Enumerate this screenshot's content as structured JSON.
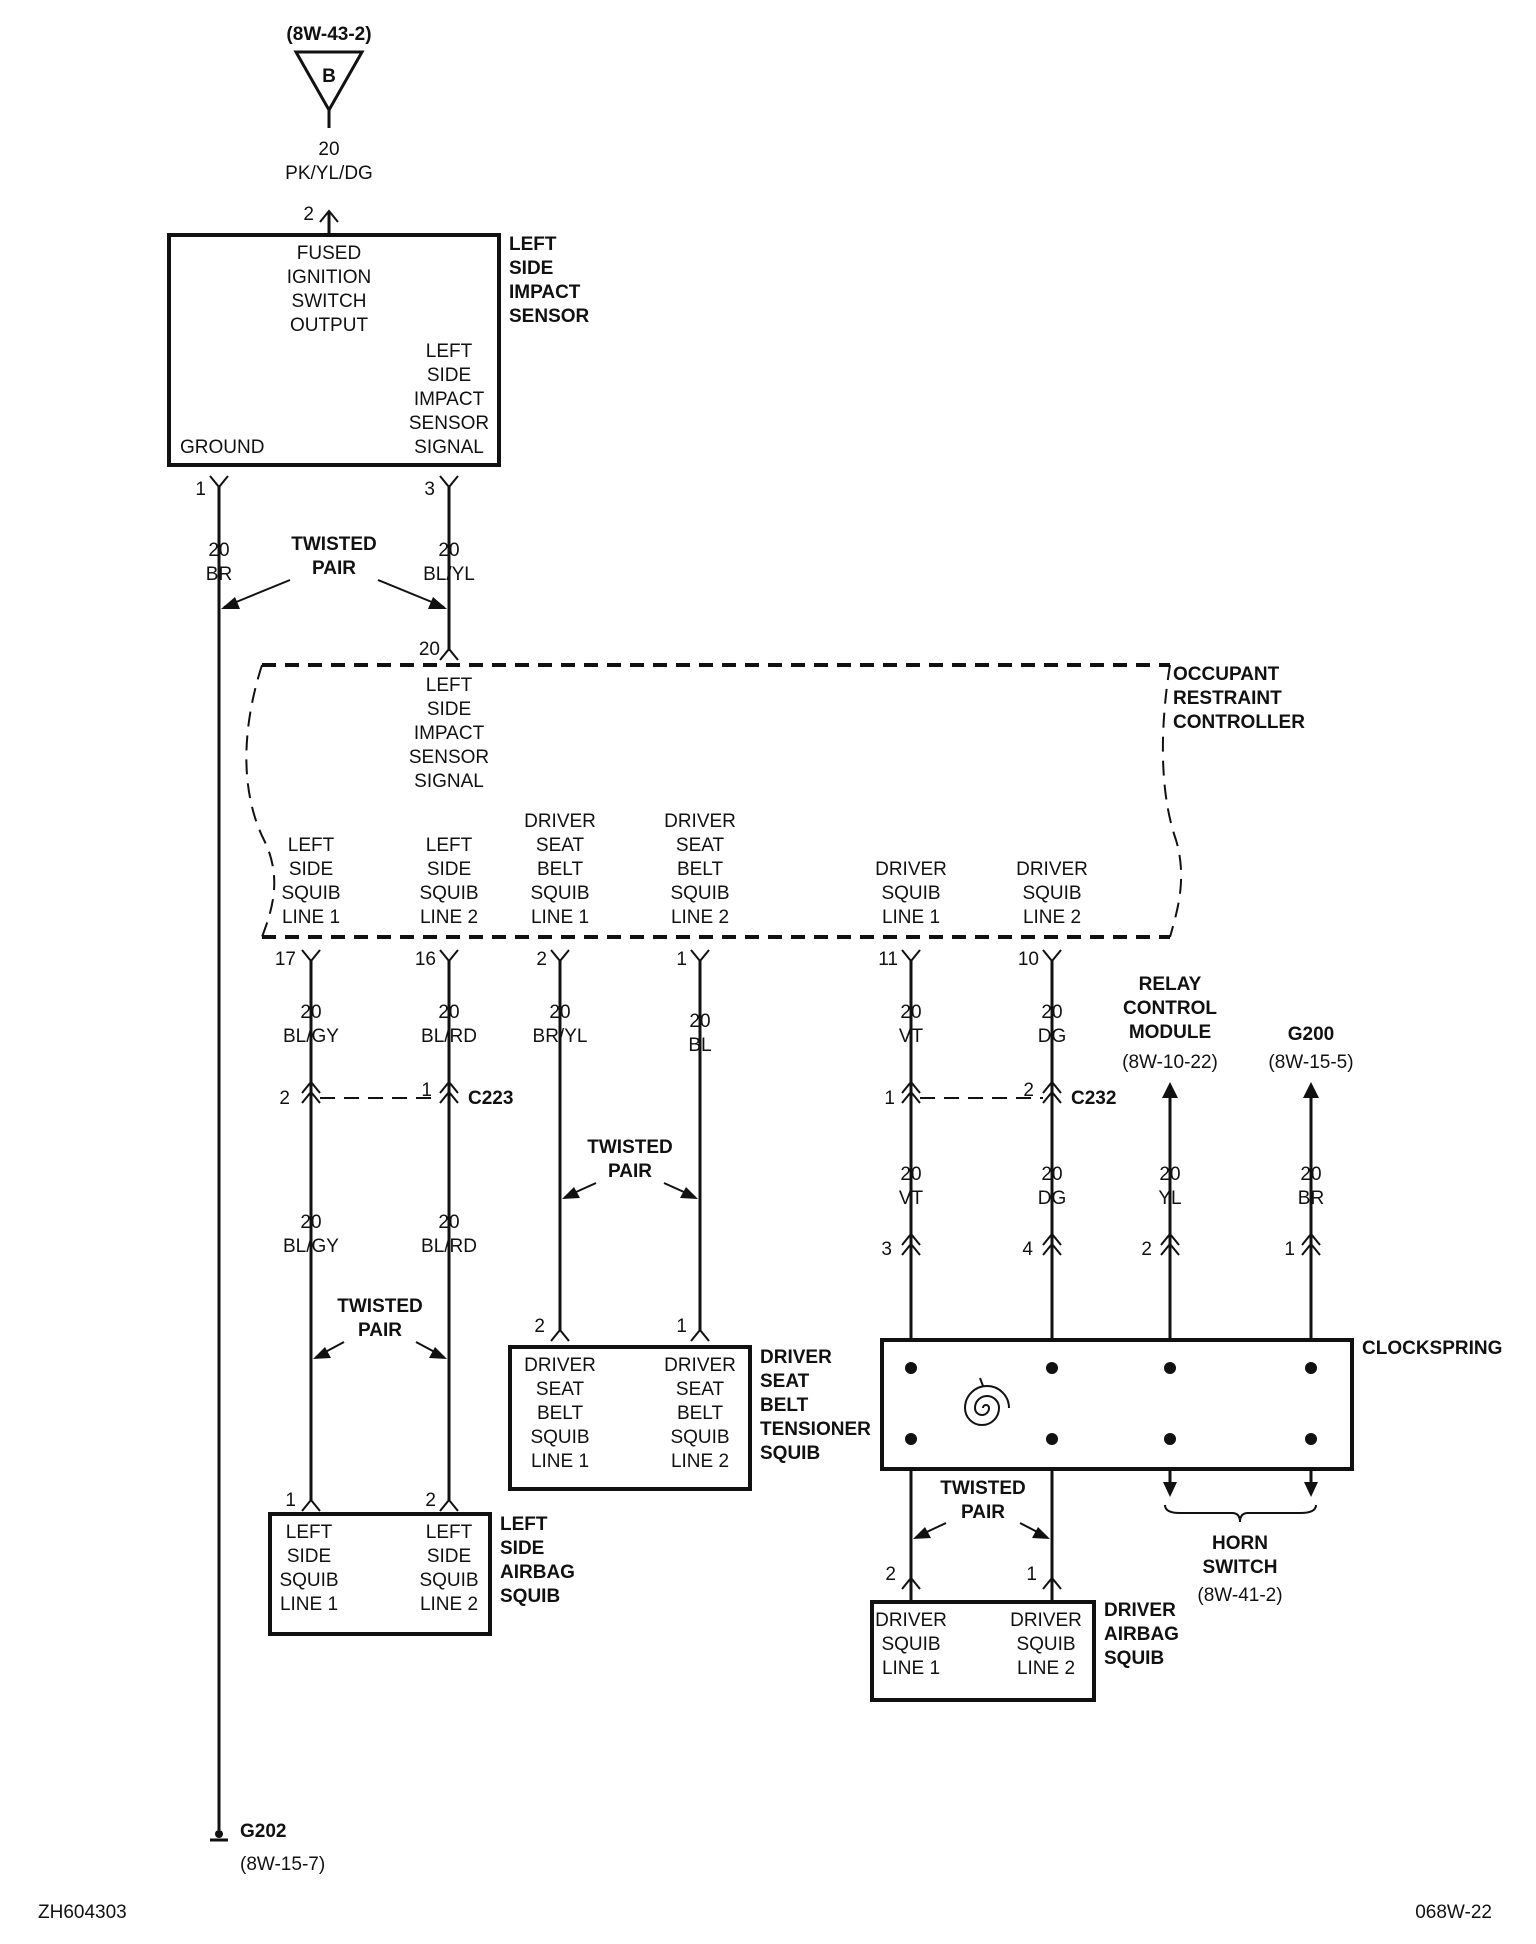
{
  "top_ref": "(8W-43-2)",
  "top_letter": "B",
  "top_wire": {
    "gauge": "20",
    "color": "PK/YL/DG",
    "pin": "2"
  },
  "lsis": {
    "name": [
      "LEFT",
      "SIDE",
      "IMPACT",
      "SENSOR"
    ],
    "fused": [
      "FUSED",
      "IGNITION",
      "SWITCH",
      "OUTPUT"
    ],
    "signal": [
      "LEFT",
      "SIDE",
      "IMPACT",
      "SENSOR",
      "SIGNAL"
    ],
    "ground": "GROUND",
    "pin_ground": "1",
    "pin_signal": "3"
  },
  "ground_wire": {
    "gauge": "20",
    "color": "BR"
  },
  "signal_wire": {
    "gauge": "20",
    "color": "BL/YL"
  },
  "twisted_pair": [
    "TWISTED",
    "PAIR"
  ],
  "orc": {
    "name": [
      "OCCUPANT",
      "RESTRAINT",
      "CONTROLLER"
    ],
    "signal_pin": "20",
    "signal": [
      "LEFT",
      "SIDE",
      "IMPACT",
      "SENSOR",
      "SIGNAL"
    ],
    "lss1": [
      "LEFT",
      "SIDE",
      "SQUIB",
      "LINE 1"
    ],
    "lss2": [
      "LEFT",
      "SIDE",
      "SQUIB",
      "LINE 2"
    ],
    "dsb1": [
      "DRIVER",
      "SEAT",
      "BELT",
      "SQUIB",
      "LINE 1"
    ],
    "dsb2": [
      "DRIVER",
      "SEAT",
      "BELT",
      "SQUIB",
      "LINE 2"
    ],
    "ds1": [
      "DRIVER",
      "SQUIB",
      "LINE 1"
    ],
    "ds2": [
      "DRIVER",
      "SQUIB",
      "LINE 2"
    ],
    "pins": [
      "17",
      "16",
      "2",
      "1",
      "11",
      "10"
    ]
  },
  "wires_orc": [
    {
      "gauge": "20",
      "color": "BL/GY"
    },
    {
      "gauge": "20",
      "color": "BL/RD"
    },
    {
      "gauge": "20",
      "color": "BR/YL"
    },
    {
      "gauge": "20",
      "color": "BL"
    },
    {
      "gauge": "20",
      "color": "VT"
    },
    {
      "gauge": "20",
      "color": "DG"
    }
  ],
  "c223": {
    "name": "C223",
    "pin_a": "2",
    "pin_b": "1"
  },
  "c232": {
    "name": "C232",
    "pin_a": "1",
    "pin_b": "2"
  },
  "wires_below_c223": [
    {
      "gauge": "20",
      "color": "BL/GY"
    },
    {
      "gauge": "20",
      "color": "BL/RD"
    }
  ],
  "wires_below_c232": [
    {
      "gauge": "20",
      "color": "VT"
    },
    {
      "gauge": "20",
      "color": "DG"
    }
  ],
  "relay": {
    "name": [
      "RELAY",
      "CONTROL",
      "MODULE"
    ],
    "ref": "(8W-10-22)",
    "gauge": "20",
    "color": "YL",
    "pin": "2"
  },
  "g200": {
    "name": "G200",
    "ref": "(8W-15-5)",
    "gauge": "20",
    "color": "BR",
    "pin": "1"
  },
  "clockspring": {
    "name": "CLOCKSPRING",
    "pins": [
      "3",
      "4"
    ]
  },
  "horn": {
    "name": [
      "HORN",
      "SWITCH"
    ],
    "ref": "(8W-41-2)"
  },
  "lsas": {
    "name": [
      "LEFT",
      "SIDE",
      "AIRBAG",
      "SQUIB"
    ],
    "l1": [
      "LEFT",
      "SIDE",
      "SQUIB",
      "LINE 1"
    ],
    "l2": [
      "LEFT",
      "SIDE",
      "SQUIB",
      "LINE 2"
    ],
    "pins": [
      "1",
      "2"
    ]
  },
  "dsbt": {
    "name": [
      "DRIVER",
      "SEAT",
      "BELT",
      "TENSIONER",
      "SQUIB"
    ],
    "l1": [
      "DRIVER",
      "SEAT",
      "BELT",
      "SQUIB",
      "LINE 1"
    ],
    "l2": [
      "DRIVER",
      "SEAT",
      "BELT",
      "SQUIB",
      "LINE 2"
    ],
    "pins": [
      "2",
      "1"
    ]
  },
  "das": {
    "name": [
      "DRIVER",
      "AIRBAG",
      "SQUIB"
    ],
    "l1": [
      "DRIVER",
      "SQUIB",
      "LINE 1"
    ],
    "l2": [
      "DRIVER",
      "SQUIB",
      "LINE 2"
    ],
    "pins": [
      "2",
      "1"
    ]
  },
  "g202": {
    "name": "G202",
    "ref": "(8W-15-7)"
  },
  "footer": {
    "left": "ZH604303",
    "right": "068W-22"
  }
}
